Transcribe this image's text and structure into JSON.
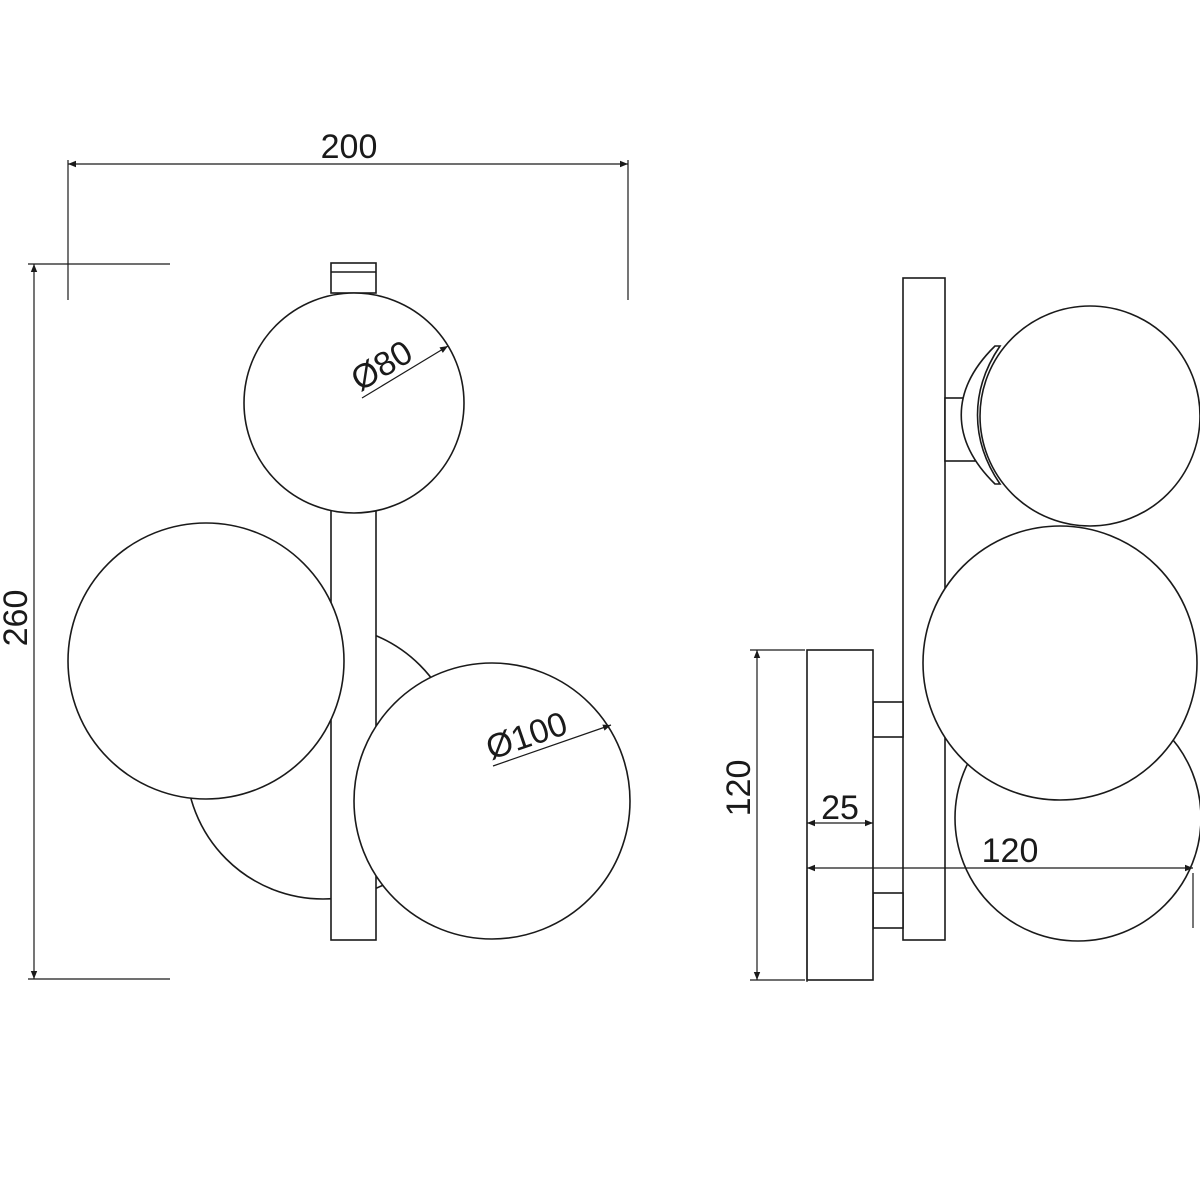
{
  "drawing": {
    "front_view": {
      "width_label": "200",
      "height_label": "260",
      "small_globe_label": "Ø80",
      "large_globe_label": "Ø100"
    },
    "side_view": {
      "base_height_label": "120",
      "base_depth_label": "25",
      "total_depth_label": "120"
    },
    "line_color": "#1a1a1a"
  }
}
